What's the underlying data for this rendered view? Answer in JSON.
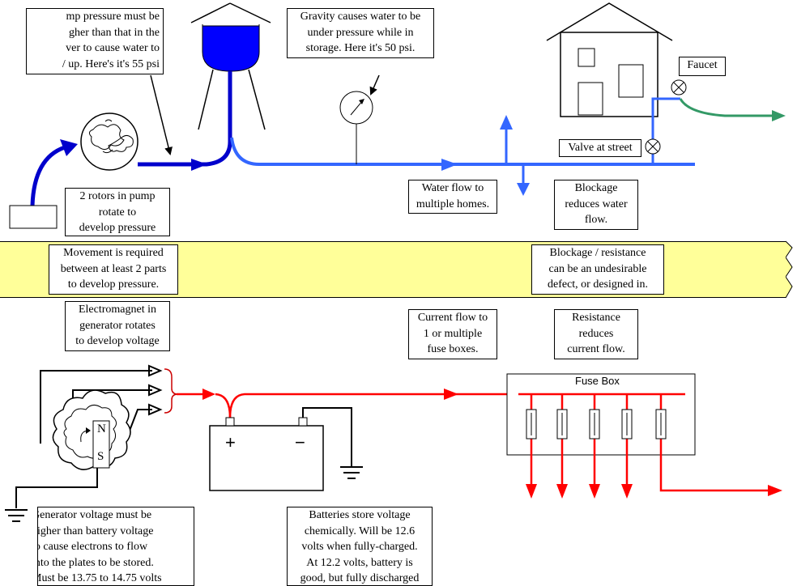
{
  "pump_note": [
    "mp pressure must be",
    "gher than that in the",
    "ver to cause water to",
    "/ up. Here's it's 55 psi"
  ],
  "gravity_note": [
    "Gravity causes water to be",
    "under pressure while in",
    "storage. Here it's 50 psi."
  ],
  "faucet_label": "Faucet",
  "valve_label": "Valve at street",
  "rotors_note": [
    "2 rotors in pump",
    "rotate to",
    "develop pressure"
  ],
  "water_flow_note": [
    "Water flow to",
    "multiple homes."
  ],
  "blockage_note": [
    "Blockage",
    "reduces water",
    "flow."
  ],
  "movement_note": [
    "Movement is required",
    "between at least 2 parts",
    "to develop pressure."
  ],
  "blockage_resistance_note": [
    "Blockage / resistance",
    "can be an undesirable",
    "defect, or designed in."
  ],
  "electromagnet_note": [
    "Electromagnet in",
    "generator rotates",
    "to develop voltage"
  ],
  "current_flow_note": [
    "Current flow to",
    "1 or multiple",
    "fuse boxes."
  ],
  "resistance_note": [
    "Resistance",
    "reduces",
    "current flow."
  ],
  "fuse_box_label": "Fuse Box",
  "generator_poles": [
    "N",
    "S"
  ],
  "battery_terminals": [
    "+",
    "−"
  ],
  "generator_note": [
    "Generator voltage must be",
    "higher than battery voltage",
    "to cause electrons to flow",
    "into the plates to be stored.",
    "Must be 13.75 to 14.75 volts"
  ],
  "battery_note": [
    "Batteries store voltage",
    "chemically.  Will be 12.6",
    "volts when fully-charged.",
    "At 12.2 volts, battery is",
    "good, but fully discharged"
  ],
  "colors": {
    "water": "#3366ff",
    "water_dark": "#0000cc",
    "faucet_flow": "#339966",
    "current": "#ff0000",
    "band": "#ffff99"
  }
}
